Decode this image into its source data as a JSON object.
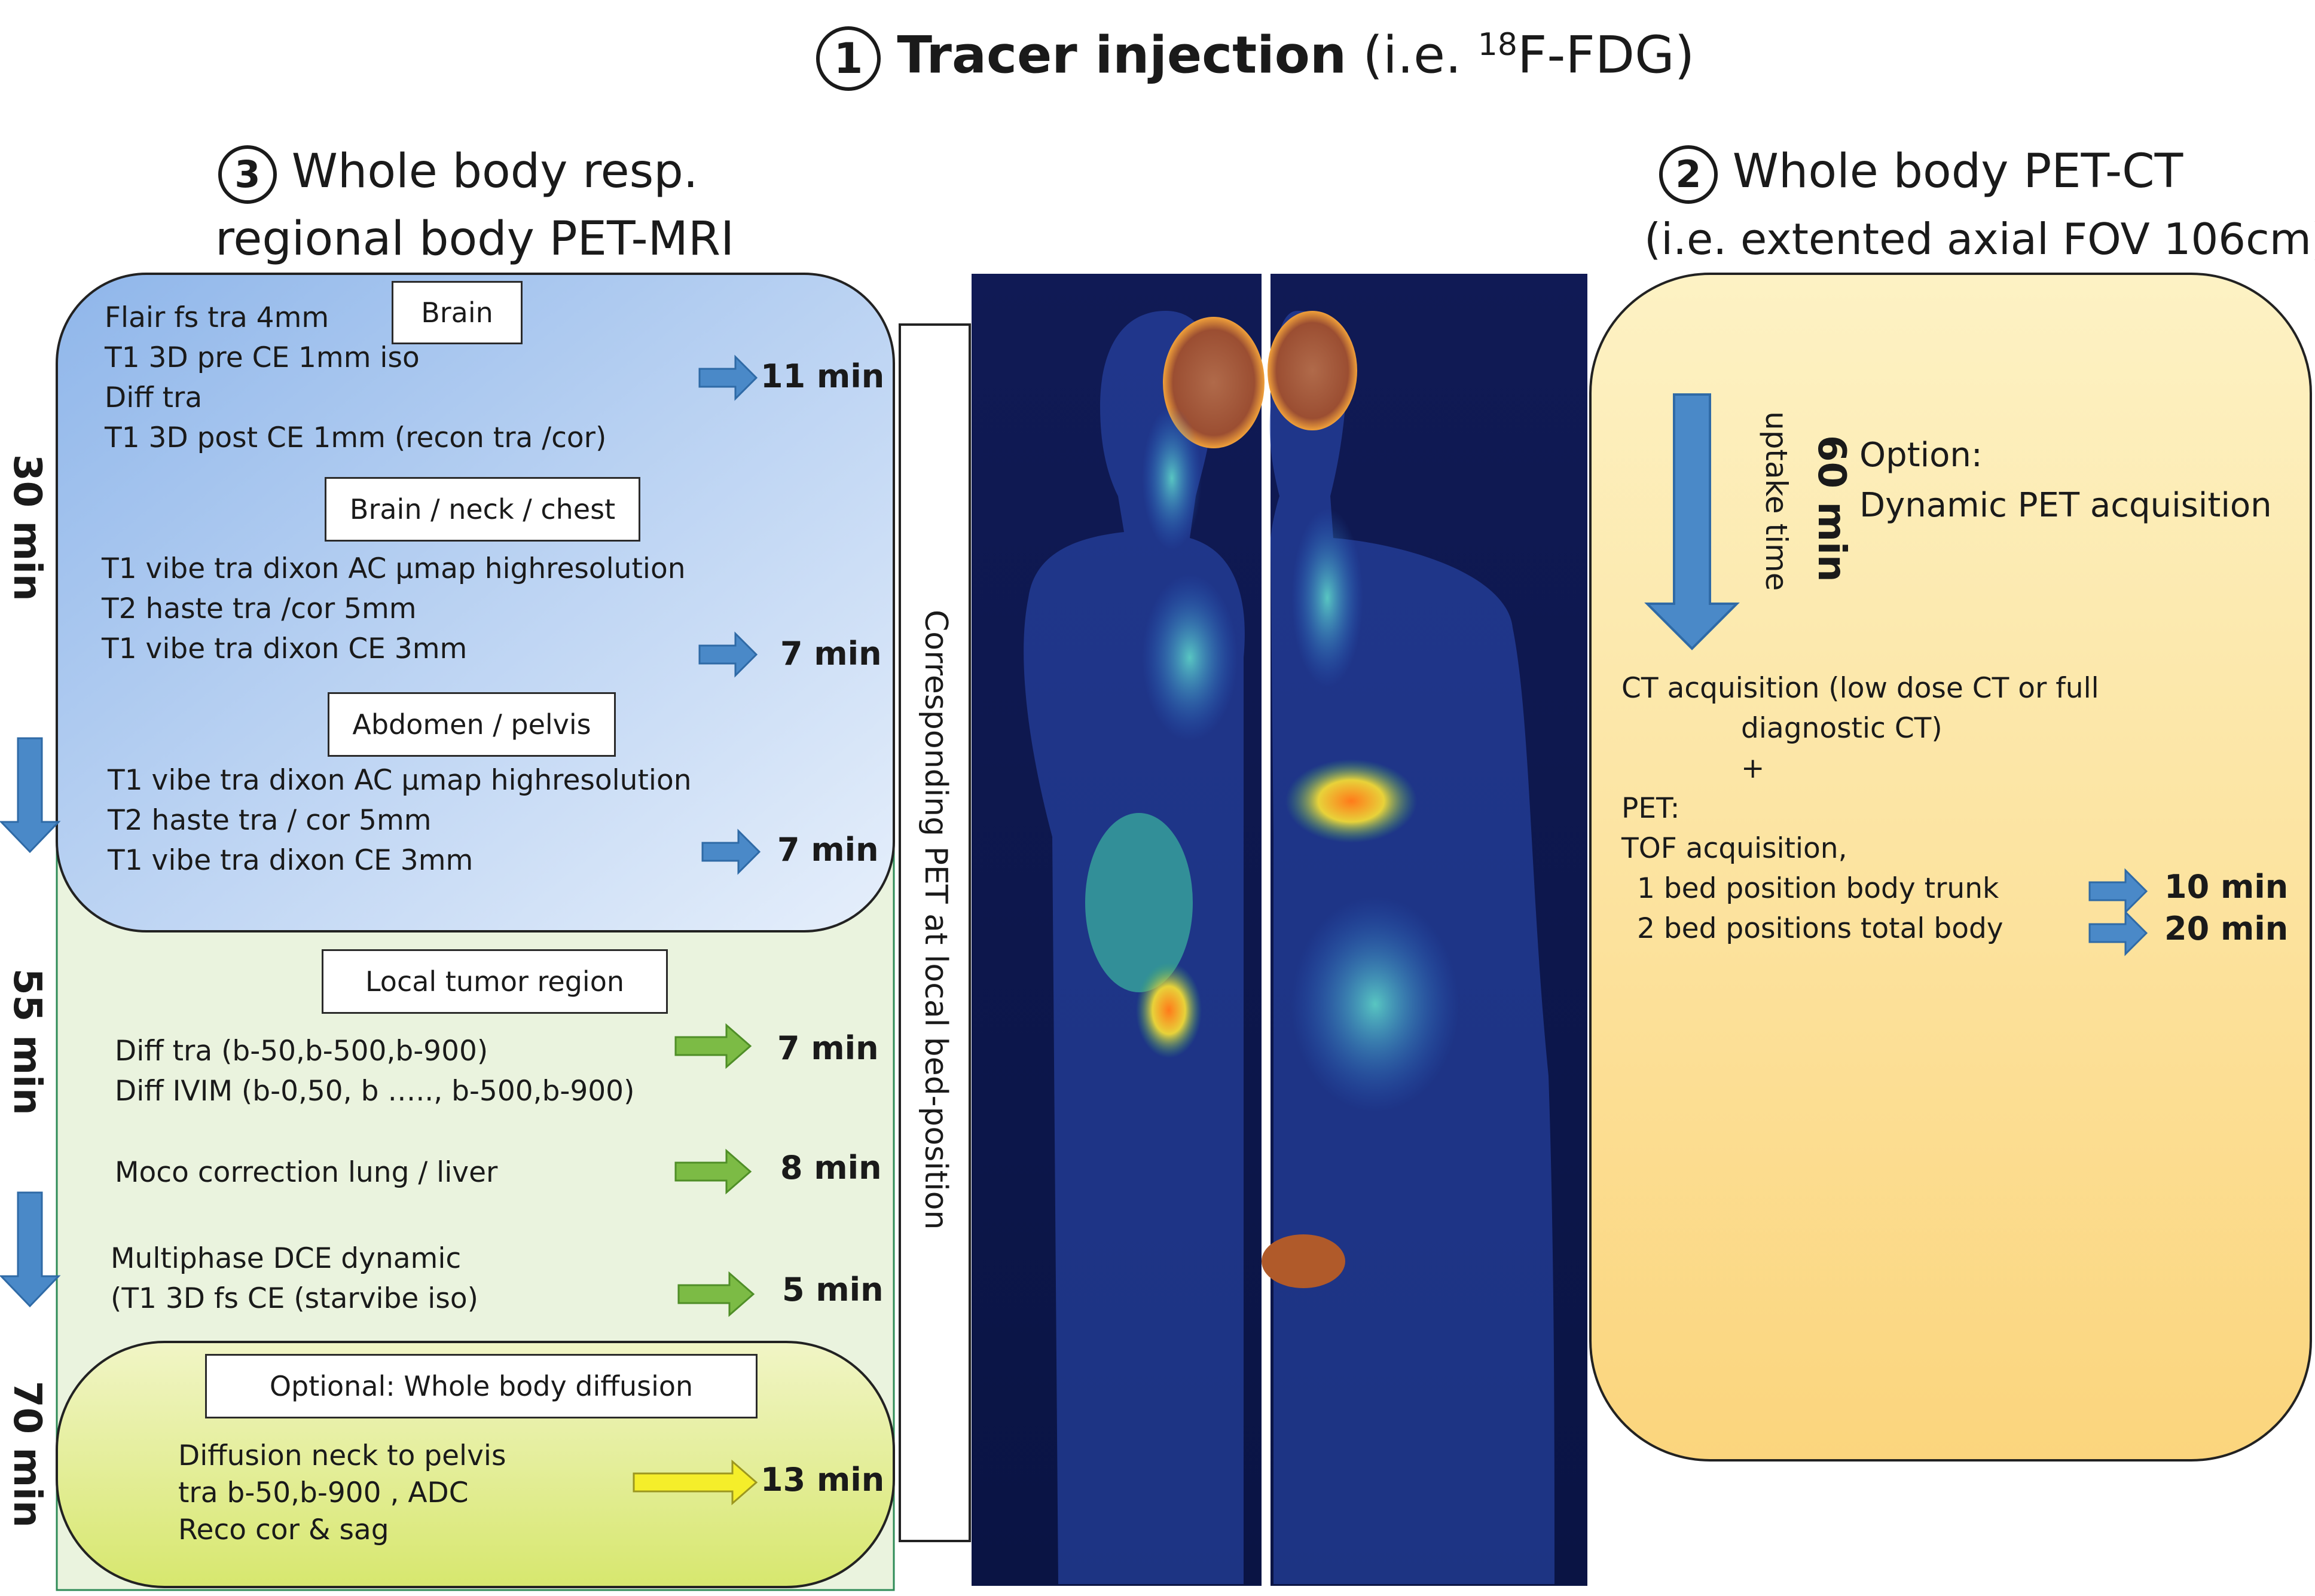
{
  "header": {
    "step_number": "1",
    "title_bold": "Tracer injection",
    "title_prefix": "(i.e. ",
    "isotope_mass": "18",
    "title_suffix": "F-FDG)"
  },
  "pet_mri": {
    "step_number": "3",
    "heading_line1": "Whole body resp.",
    "heading_line2": "regional body PET-MRI",
    "brain": {
      "label": "Brain",
      "lines": [
        "Flair fs tra 4mm",
        "T1 3D pre CE  1mm iso",
        "Diff tra",
        "T1 3D post CE 1mm (recon tra /cor)"
      ],
      "duration": "11 min"
    },
    "neck": {
      "label": "Brain / neck / chest",
      "lines": [
        "T1 vibe tra dixon AC µmap highresolution",
        "T2 haste tra /cor 5mm",
        "T1 vibe tra dixon CE 3mm"
      ],
      "duration": "7 min"
    },
    "abdomen": {
      "label": "Abdomen  / pelvis",
      "lines": [
        "T1 vibe tra dixon AC µmap highresolution",
        "T2 haste tra / cor  5mm",
        "T1 vibe tra dixon CE 3mm"
      ],
      "duration": "7 min"
    },
    "tumor": {
      "label": "Local tumor region",
      "diff_lines": [
        "Diff tra (b-50,b-500,b-900)",
        "Diff IVIM (b-0,50, b ….., b-500,b-900)"
      ],
      "diff_duration": "7 min",
      "moco": "Moco correction lung / liver",
      "moco_duration": "8 min",
      "dce_lines": [
        "Multiphase DCE dynamic",
        "(T1 3D fs CE (starvibe iso)"
      ],
      "dce_duration": "5 min"
    },
    "optional": {
      "label": "Optional: Whole body diffusion",
      "lines": [
        "Diffusion neck to pelvis",
        "tra b-50,b-900 , ADC",
        "Reco cor & sag"
      ],
      "duration": "13 min"
    },
    "timeline": [
      "30 min",
      "55 min",
      "70 min"
    ]
  },
  "center": {
    "bracket_label": "Corresponding PET at local bed-position"
  },
  "pet_ct": {
    "step_number": "2",
    "heading_line1": "Whole body PET-CT",
    "heading_line2": "(i.e. extented axial FOV 106cm)",
    "uptake_time": "60 min",
    "uptake_label": "uptake  time",
    "option_line1": "Option:",
    "option_line2": "Dynamic PET acquisition",
    "ct_line1": "CT acquisition (low dose CT or full",
    "ct_line2": "diagnostic CT)",
    "plus": "+",
    "pet_label": "PET:",
    "tof": "TOF acquisition,",
    "bed1": "1 bed position body trunk",
    "bed1_duration": "10 min",
    "bed2": "2 bed positions total body",
    "bed2_duration": "20 min"
  },
  "colors": {
    "blue_arrow": "#4a89c8",
    "green_arrow": "#7cbb45",
    "yellow_arrow": "#f5ee2a",
    "petct_box": "#fcd87a",
    "brain_box": "#9fc1ec",
    "green_panel": "#e9f2dc",
    "optional_box": "#dfe98a"
  }
}
